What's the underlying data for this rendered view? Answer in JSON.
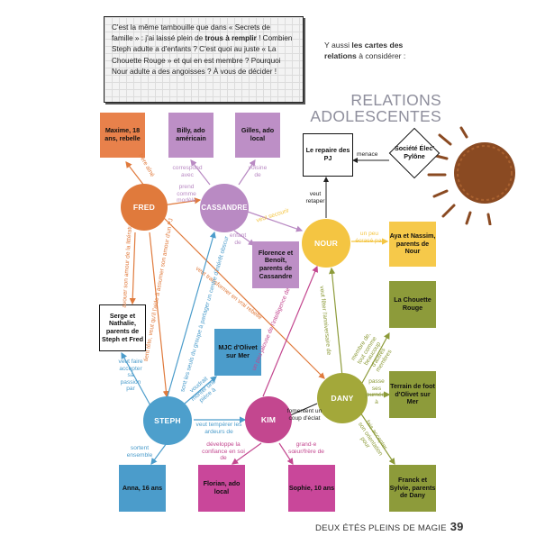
{
  "note": {
    "l1a": "C'est la même tambouille que dans « Secrets de",
    "l2a": "famille » : j'ai laissé plein de ",
    "l2b": "trous à remplir",
    "l2c": " ! Combien",
    "l3": "Steph adulte a d'enfants ? C'est quoi au juste « La",
    "l4": "Chouette Rouge » et qui en est membre ? Pourquoi",
    "l5": "Nour adulte a des angoisses ? À vous de décider !"
  },
  "aside": {
    "a": "Y aussi ",
    "b": "les cartes des relations",
    "c": " à considérer :"
  },
  "title": {
    "l1": "RELATIONS",
    "l2": "ADOLESCENTES"
  },
  "footer": {
    "text": "DEUX ÉTÉS PLEINS DE MAGIE",
    "page": "39"
  },
  "colors": {
    "fred": "#e07a3c",
    "cassandre": "#b98ac3",
    "nour": "#f4c542",
    "dany": "#a3a83a",
    "steph": "#4d9fcc",
    "kim": "#c3478f",
    "box_orange": "#e8814b",
    "box_purple": "#bd8fc6",
    "box_yellow": "#f6c94a",
    "box_olive": "#8d9b3a",
    "box_blue": "#4b9ccb",
    "box_magenta": "#c9479a"
  },
  "characters": {
    "fred": "FRED",
    "cassandre": "CASSANDRE",
    "nour": "NOUR",
    "dany": "DANY",
    "steph": "STEPH",
    "kim": "KIM"
  },
  "boxes": {
    "maxime": "Maxime, 18 ans, rebelle",
    "billy": "Billy, ado américain",
    "gilles": "Gilles, ado local",
    "repaire": "Le repaire des PJ",
    "societe": "Société Élec' Pylône",
    "florence": "Florence et Benoît, parents de Cassandre",
    "aya": "Aya et Nassim, parents de Nour",
    "serge": "Serge et Nathalie, parents de Steph et Fred",
    "mjc": "MJC d'Olivet sur Mer",
    "chouette": "La Chouette Rouge",
    "terrain": "Terrain de foot d'Olivet sur Mer",
    "anna": "Anna, 16 ans",
    "florian": "Florian, ado local",
    "sophie": "Sophie, 10 ans",
    "franck": "Franck et Sylvie, parents de Dany"
  },
  "labels": {
    "frere": "frère aîné",
    "prend_modele": "prend comme modèle",
    "correspond": "correspond avec",
    "voisine": "voisine de",
    "enfant": "enfant de",
    "menace": "menace",
    "veut_retaper": "veut retaper",
    "veut_secourir": "veut secourir",
    "ecrase": "un peu écrasé par",
    "avouer": "avouer son amour de la littérature à",
    "tient_tete": "tient tête, veut qu'il l'aide à assumer son amour d'un PJ",
    "transformer": "veut transformer en vrai rebelle",
    "seuls_monde": "sont les seuls du groupe à partager un centre d'intérêt obscur",
    "jalouse": "un peu jalouse de l'intelligence de",
    "feter": "veut fêter l'anniversaire de",
    "membre": "membre de, tout comme beaucoup d'autres membres",
    "passe": "passe ses journées à",
    "accepter": "fais accepter son orientation pour",
    "faire_accepter": "veut faire accepter sa passion par",
    "voudrait_monter": "voudrait monter une pièce à",
    "temperer": "veut tempérer les ardeurs de",
    "fomentent": "fomentent un coup d'éclat",
    "sortent": "sortent ensemble",
    "developpe": "développe la confiance en soi de",
    "grand": "grand·e sœur/frère de"
  }
}
